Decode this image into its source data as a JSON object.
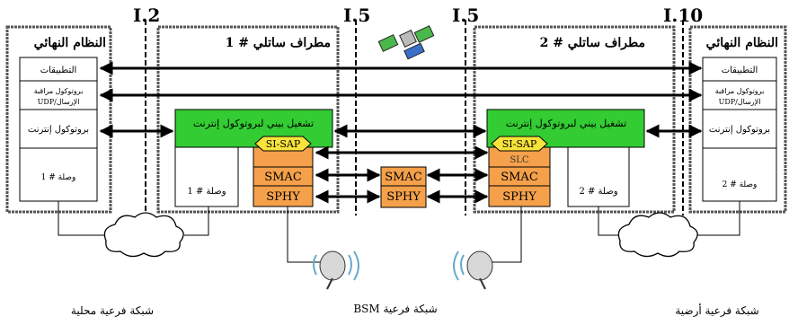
{
  "interfaces": {
    "i2": "I.2",
    "i5_left": "I.5",
    "i5_right": "I.5",
    "i10": "I.10"
  },
  "end_system_left": {
    "title": "النظام النهائي",
    "applications": "التطبيقات",
    "transport_line1": "بروتوكول مراقبة",
    "transport_line2": "الإرسال/UDP",
    "internet_protocol": "بروتوكول إنترنت",
    "link": "وصلة # 1"
  },
  "end_system_right": {
    "title": "النظام النهائي",
    "applications": "التطبيقات",
    "transport_line1": "بروتوكول مراقبة",
    "transport_line2": "الإرسال/UDP",
    "internet_protocol": "بروتوكول إنترنت",
    "link": "وصلة # 2"
  },
  "terminal_left": {
    "title": "مطراف ساتلي # 1",
    "interworking": "تشغيل بيني لبروتوكول إنترنت",
    "sap": "SI-SAP",
    "smac": "SMAC",
    "sphy": "SPHY",
    "link": "وصلة # 1"
  },
  "satellite": {
    "smac": "SMAC",
    "sphy": "SPHY"
  },
  "terminal_right": {
    "title": "مطراف ساتلي # 2",
    "interworking": "تشغيل بيني لبروتوكول إنترنت",
    "sap": "SI-SAP",
    "slc": "SLC",
    "smac": "SMAC",
    "sphy": "SPHY",
    "link": "وصلة # 2"
  },
  "footer": {
    "local_subnet": "شبكة فرعية محلية",
    "bsm_subnet": "شبكة فرعية BSM",
    "terrestrial_subnet": "شبكة فرعية أرضية"
  },
  "colors": {
    "green": "#33cc33",
    "orange": "#f5a04a",
    "sap_yellow": "#f7e33a",
    "border": "#555555"
  }
}
